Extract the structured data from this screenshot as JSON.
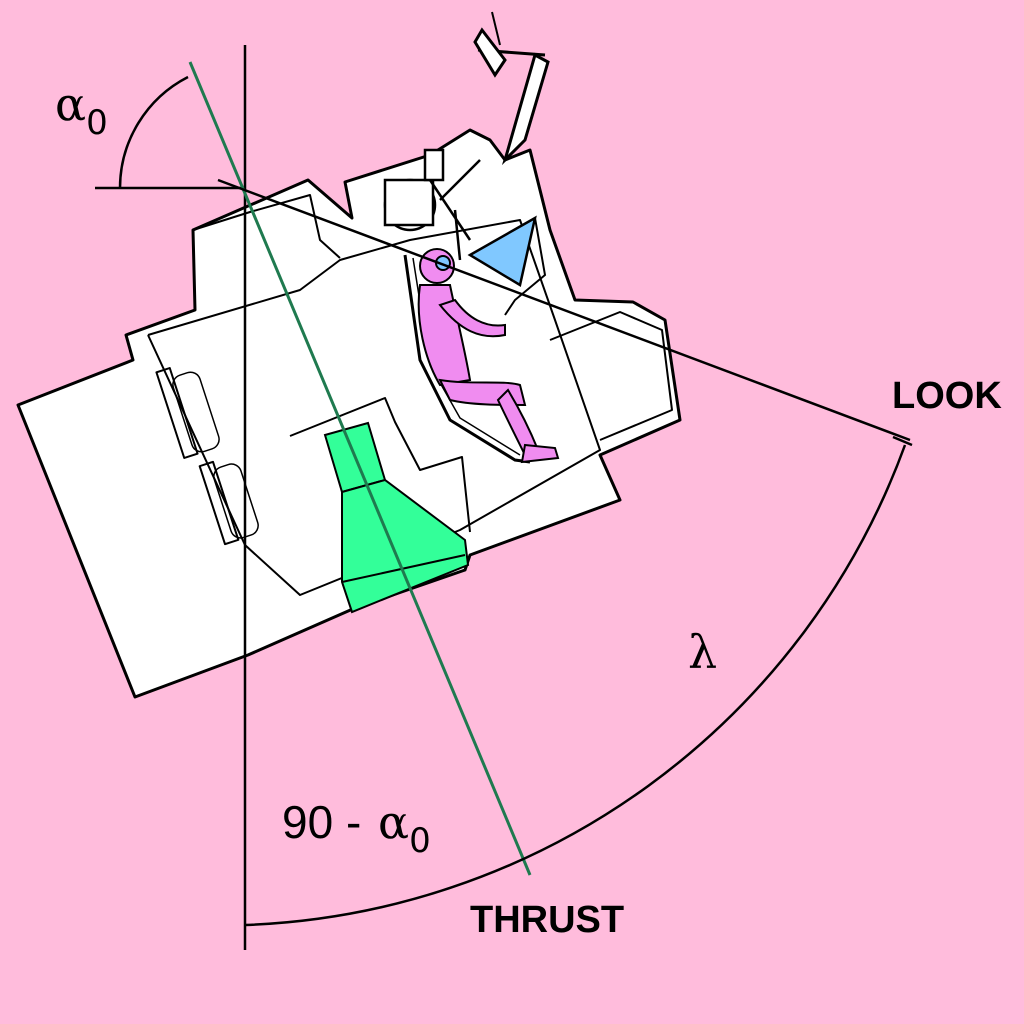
{
  "colors": {
    "background": "#ffbcdc",
    "vehicle_fill": "#ffffff",
    "thrust_axis": "#1f7a4f",
    "nozzle": "#33ff99",
    "astronaut_suit": "#f08cf0",
    "viewing_cone": "#80c8ff",
    "lines": "#000000"
  },
  "labels": {
    "look": "LOOK",
    "thrust": "THRUST",
    "lambda": "λ",
    "alpha_symbol": "α",
    "alpha_subscript": "0",
    "ninety_minus": "90 -",
    "complement_alpha": "α",
    "complement_subscript": "0"
  }
}
